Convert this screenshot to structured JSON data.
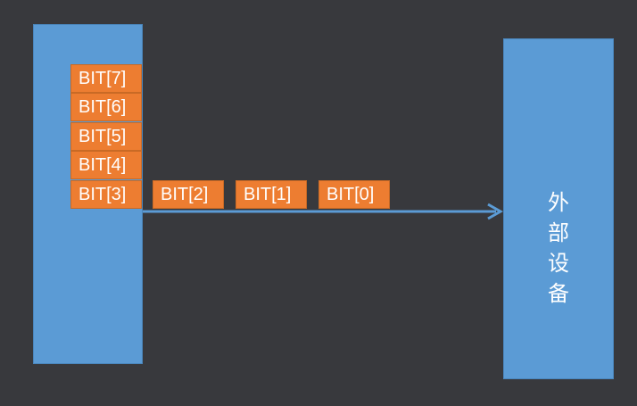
{
  "diagram": {
    "bits": [
      "BIT[7]",
      "BIT[6]",
      "BIT[5]",
      "BIT[4]",
      "BIT[3]",
      "BIT[2]",
      "BIT[1]",
      "BIT[0]"
    ],
    "device_label_chars": [
      "外",
      "部",
      "设",
      "备"
    ]
  },
  "colors": {
    "background": "#38393d",
    "block": "#5b9bd5",
    "bit_box": "#ed7d31",
    "arrow": "#5b9bd5"
  }
}
